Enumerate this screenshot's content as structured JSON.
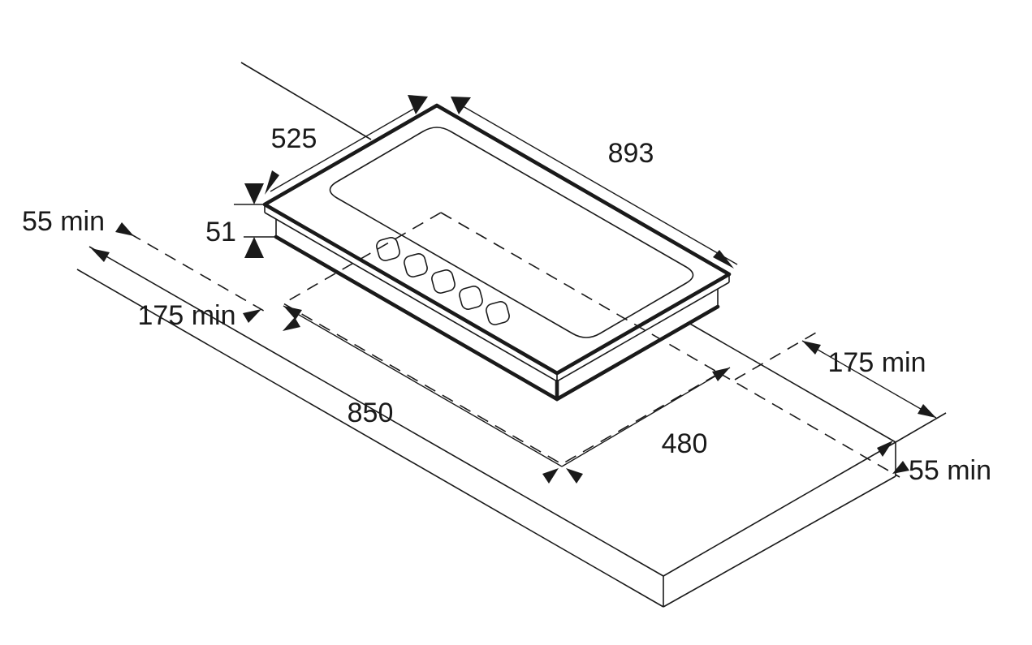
{
  "figure": {
    "type": "appliance-installation-diagram",
    "subject": "built-in gas hob with worktop cutout, isometric technical drawing",
    "knob_count": 5,
    "colors": {
      "line": "#1a1a1a",
      "background": "#ffffff"
    }
  },
  "dims": {
    "hob_depth": "525",
    "hob_width": "893",
    "hob_body_height": "51",
    "clearance_left_55": "55 min",
    "clearance_left_175": "175 min",
    "cutout_length": "850",
    "cutout_depth": "480",
    "clearance_right_175": "175 min",
    "clearance_right_55": "55 min"
  }
}
